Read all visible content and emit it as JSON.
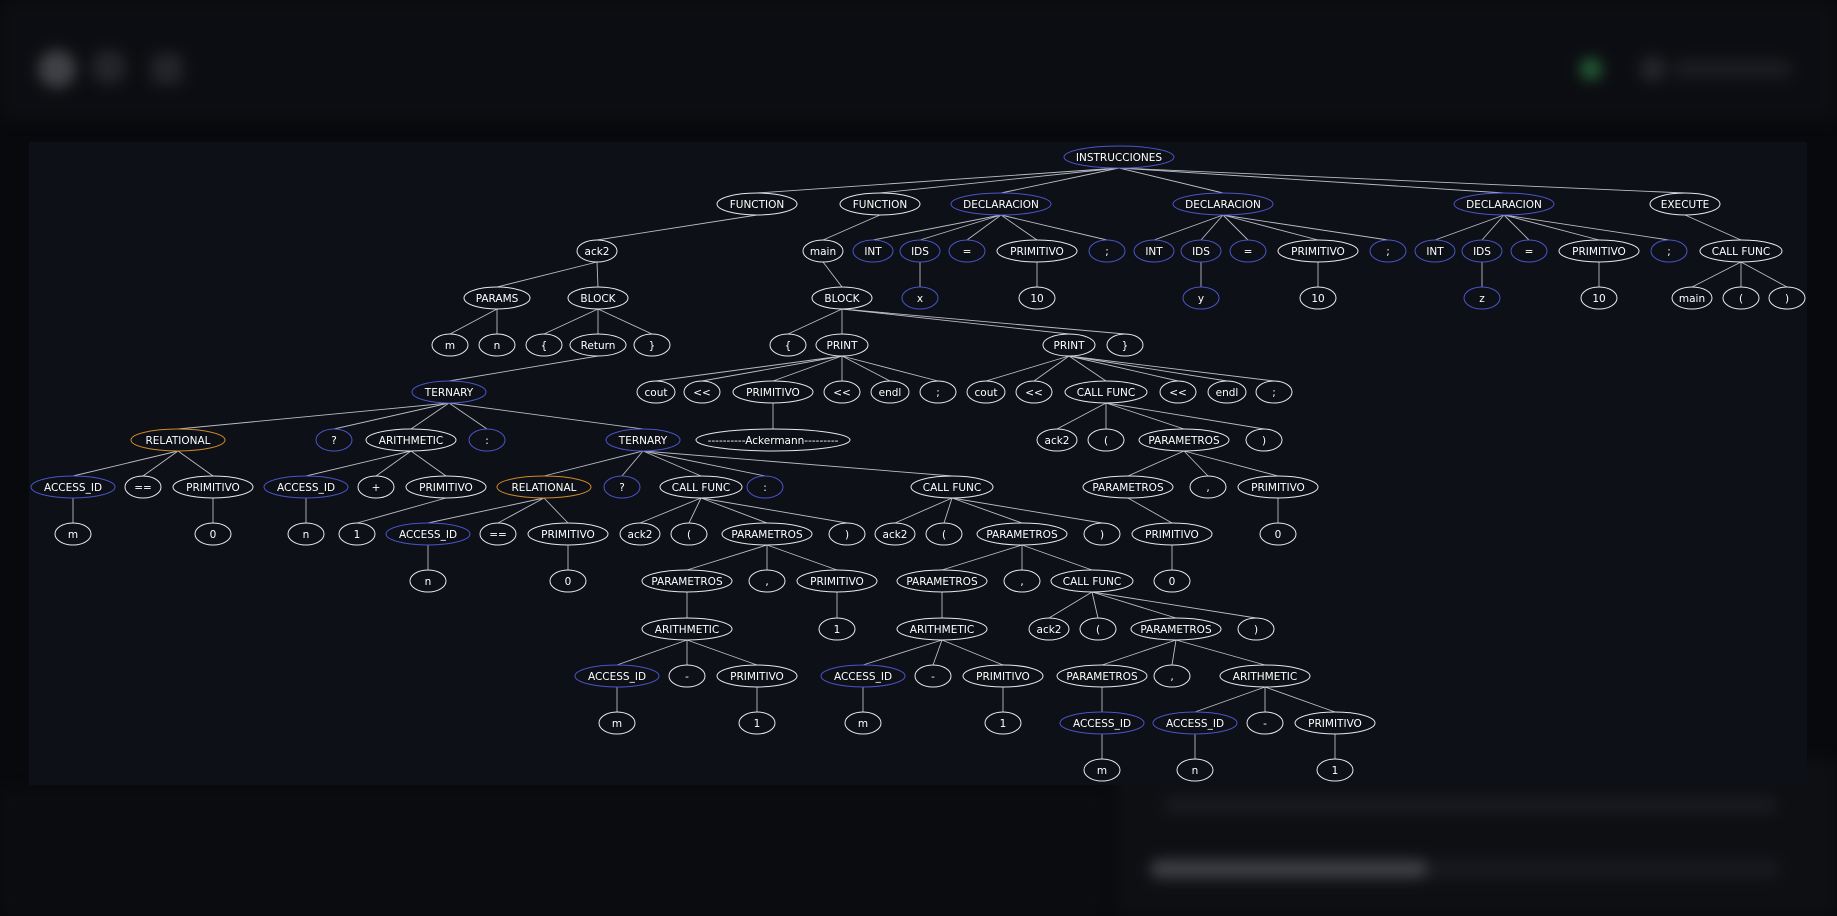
{
  "colors": {
    "page_bg": "#08090c",
    "panel_bg": "#0d1016",
    "edge": "#b9bcc4",
    "node_default": "#e8e8ec",
    "node_identifier": "#4a55c8",
    "node_relational": "#d08a2a",
    "status_dot": "#3aa35a"
  },
  "header": {
    "icons": [
      "logo-icon",
      "circle-icon",
      "menu-icon"
    ],
    "status_indicator": "online-dot-icon"
  },
  "tree": {
    "root": "INSTRUCCIONES",
    "nodes": [
      {
        "id": "root",
        "label": "INSTRUCCIONES",
        "kind": "ident"
      },
      {
        "id": "f1",
        "label": "FUNCTION",
        "kind": "default"
      },
      {
        "id": "f2",
        "label": "FUNCTION",
        "kind": "default"
      },
      {
        "id": "d1",
        "label": "DECLARACION",
        "kind": "ident"
      },
      {
        "id": "d2",
        "label": "DECLARACION",
        "kind": "ident"
      },
      {
        "id": "d3",
        "label": "DECLARACION",
        "kind": "ident"
      },
      {
        "id": "ex",
        "label": "EXECUTE",
        "kind": "default"
      },
      {
        "id": "ack2",
        "label": "ack2",
        "kind": "default"
      },
      {
        "id": "params",
        "label": "PARAMS",
        "kind": "default"
      },
      {
        "id": "block1",
        "label": "BLOCK",
        "kind": "default"
      },
      {
        "id": "pm",
        "label": "m",
        "kind": "default"
      },
      {
        "id": "pn",
        "label": "n",
        "kind": "default"
      },
      {
        "id": "b1o",
        "label": "{",
        "kind": "default"
      },
      {
        "id": "ret",
        "label": "Return",
        "kind": "default"
      },
      {
        "id": "b1c",
        "label": "}",
        "kind": "default"
      },
      {
        "id": "t1",
        "label": "TERNARY",
        "kind": "ident"
      },
      {
        "id": "rel1",
        "label": "RELATIONAL",
        "kind": "rel"
      },
      {
        "id": "q1",
        "label": "?",
        "kind": "ident"
      },
      {
        "id": "ar1",
        "label": "ARITHMETIC",
        "kind": "default"
      },
      {
        "id": "c1",
        "label": ":",
        "kind": "ident"
      },
      {
        "id": "t2",
        "label": "TERNARY",
        "kind": "ident"
      },
      {
        "id": "aid1",
        "label": "ACCESS_ID",
        "kind": "ident"
      },
      {
        "id": "eq1",
        "label": "==",
        "kind": "default"
      },
      {
        "id": "pr1",
        "label": "PRIMITIVO",
        "kind": "default"
      },
      {
        "id": "m1",
        "label": "m",
        "kind": "default"
      },
      {
        "id": "z1",
        "label": "0",
        "kind": "default"
      },
      {
        "id": "aid2",
        "label": "ACCESS_ID",
        "kind": "ident"
      },
      {
        "id": "plus",
        "label": "+",
        "kind": "default"
      },
      {
        "id": "pr2",
        "label": "PRIMITIVO",
        "kind": "default"
      },
      {
        "id": "n1",
        "label": "n",
        "kind": "default"
      },
      {
        "id": "o1",
        "label": "1",
        "kind": "default"
      },
      {
        "id": "rel2",
        "label": "RELATIONAL",
        "kind": "rel"
      },
      {
        "id": "q2",
        "label": "?",
        "kind": "ident"
      },
      {
        "id": "cf1",
        "label": "CALL FUNC",
        "kind": "default"
      },
      {
        "id": "c2",
        "label": ":",
        "kind": "ident"
      },
      {
        "id": "cf2",
        "label": "CALL FUNC",
        "kind": "default"
      },
      {
        "id": "aid3",
        "label": "ACCESS_ID",
        "kind": "ident"
      },
      {
        "id": "eq2",
        "label": "==",
        "kind": "default"
      },
      {
        "id": "pr3",
        "label": "PRIMITIVO",
        "kind": "default"
      },
      {
        "id": "n2",
        "label": "n",
        "kind": "default"
      },
      {
        "id": "z2",
        "label": "0",
        "kind": "default"
      },
      {
        "id": "cf1a",
        "label": "ack2",
        "kind": "default"
      },
      {
        "id": "cf1o",
        "label": "(",
        "kind": "default"
      },
      {
        "id": "par1",
        "label": "PARAMETROS",
        "kind": "default"
      },
      {
        "id": "cf1c",
        "label": ")",
        "kind": "default"
      },
      {
        "id": "par1a",
        "label": "PARAMETROS",
        "kind": "default"
      },
      {
        "id": "cm1",
        "label": ",",
        "kind": "default"
      },
      {
        "id": "pr4",
        "label": "PRIMITIVO",
        "kind": "default"
      },
      {
        "id": "ar2",
        "label": "ARITHMETIC",
        "kind": "default"
      },
      {
        "id": "o2",
        "label": "1",
        "kind": "default"
      },
      {
        "id": "aid4",
        "label": "ACCESS_ID",
        "kind": "ident"
      },
      {
        "id": "mi1",
        "label": "-",
        "kind": "default"
      },
      {
        "id": "pr5",
        "label": "PRIMITIVO",
        "kind": "default"
      },
      {
        "id": "m2",
        "label": "m",
        "kind": "default"
      },
      {
        "id": "o3",
        "label": "1",
        "kind": "default"
      },
      {
        "id": "cf2a",
        "label": "ack2",
        "kind": "default"
      },
      {
        "id": "cf2o",
        "label": "(",
        "kind": "default"
      },
      {
        "id": "par2",
        "label": "PARAMETROS",
        "kind": "default"
      },
      {
        "id": "cf2c",
        "label": ")",
        "kind": "default"
      },
      {
        "id": "par2a",
        "label": "PARAMETROS",
        "kind": "default"
      },
      {
        "id": "cm2",
        "label": ",",
        "kind": "default"
      },
      {
        "id": "cf3",
        "label": "CALL FUNC",
        "kind": "default"
      },
      {
        "id": "ar3",
        "label": "ARITHMETIC",
        "kind": "default"
      },
      {
        "id": "aid5",
        "label": "ACCESS_ID",
        "kind": "ident"
      },
      {
        "id": "mi2",
        "label": "-",
        "kind": "default"
      },
      {
        "id": "pr6",
        "label": "PRIMITIVO",
        "kind": "default"
      },
      {
        "id": "m3",
        "label": "m",
        "kind": "default"
      },
      {
        "id": "o4",
        "label": "1",
        "kind": "default"
      },
      {
        "id": "cf3a",
        "label": "ack2",
        "kind": "default"
      },
      {
        "id": "cf3o",
        "label": "(",
        "kind": "default"
      },
      {
        "id": "par3",
        "label": "PARAMETROS",
        "kind": "default"
      },
      {
        "id": "cf3c",
        "label": ")",
        "kind": "default"
      },
      {
        "id": "par3a",
        "label": "PARAMETROS",
        "kind": "default"
      },
      {
        "id": "cm3",
        "label": ",",
        "kind": "default"
      },
      {
        "id": "ar4",
        "label": "ARITHMETIC",
        "kind": "default"
      },
      {
        "id": "aid6",
        "label": "ACCESS_ID",
        "kind": "ident"
      },
      {
        "id": "aid7",
        "label": "ACCESS_ID",
        "kind": "ident"
      },
      {
        "id": "mi3",
        "label": "-",
        "kind": "default"
      },
      {
        "id": "pr7",
        "label": "PRIMITIVO",
        "kind": "default"
      },
      {
        "id": "m4",
        "label": "m",
        "kind": "default"
      },
      {
        "id": "n3",
        "label": "n",
        "kind": "default"
      },
      {
        "id": "o5",
        "label": "1",
        "kind": "default"
      },
      {
        "id": "main",
        "label": "main",
        "kind": "default"
      },
      {
        "id": "block2",
        "label": "BLOCK",
        "kind": "default"
      },
      {
        "id": "b2o",
        "label": "{",
        "kind": "default"
      },
      {
        "id": "prt1",
        "label": "PRINT",
        "kind": "default"
      },
      {
        "id": "prt2",
        "label": "PRINT",
        "kind": "default"
      },
      {
        "id": "b2c",
        "label": "}",
        "kind": "default"
      },
      {
        "id": "cout1",
        "label": "cout",
        "kind": "default"
      },
      {
        "id": "lt1",
        "label": "<<",
        "kind": "default"
      },
      {
        "id": "prs",
        "label": "PRIMITIVO",
        "kind": "default"
      },
      {
        "id": "lt2",
        "label": "<<",
        "kind": "default"
      },
      {
        "id": "endl1",
        "label": "endl",
        "kind": "default"
      },
      {
        "id": "sc1",
        "label": ";",
        "kind": "default"
      },
      {
        "id": "str",
        "label": "----------Ackermann---------",
        "kind": "default"
      },
      {
        "id": "cout2",
        "label": "cout",
        "kind": "default"
      },
      {
        "id": "lt3",
        "label": "<<",
        "kind": "default"
      },
      {
        "id": "cf4",
        "label": "CALL FUNC",
        "kind": "default"
      },
      {
        "id": "lt4",
        "label": "<<",
        "kind": "default"
      },
      {
        "id": "endl2",
        "label": "endl",
        "kind": "default"
      },
      {
        "id": "sc2",
        "label": ";",
        "kind": "default"
      },
      {
        "id": "cf4a",
        "label": "ack2",
        "kind": "default"
      },
      {
        "id": "cf4o",
        "label": "(",
        "kind": "default"
      },
      {
        "id": "par4",
        "label": "PARAMETROS",
        "kind": "default"
      },
      {
        "id": "cf4c",
        "label": ")",
        "kind": "default"
      },
      {
        "id": "par4a",
        "label": "PARAMETROS",
        "kind": "default"
      },
      {
        "id": "cm4",
        "label": ",",
        "kind": "default"
      },
      {
        "id": "pr8",
        "label": "PRIMITIVO",
        "kind": "default"
      },
      {
        "id": "pr9",
        "label": "PRIMITIVO",
        "kind": "default"
      },
      {
        "id": "z3",
        "label": "0",
        "kind": "default"
      },
      {
        "id": "z4",
        "label": "0",
        "kind": "default"
      },
      {
        "id": "int1",
        "label": "INT",
        "kind": "ident"
      },
      {
        "id": "ids1",
        "label": "IDS",
        "kind": "ident"
      },
      {
        "id": "as1",
        "label": "=",
        "kind": "ident"
      },
      {
        "id": "pr10",
        "label": "PRIMITIVO",
        "kind": "default"
      },
      {
        "id": "sd1",
        "label": ";",
        "kind": "ident"
      },
      {
        "id": "vx",
        "label": "x",
        "kind": "ident"
      },
      {
        "id": "ten1",
        "label": "10",
        "kind": "default"
      },
      {
        "id": "int2",
        "label": "INT",
        "kind": "ident"
      },
      {
        "id": "ids2",
        "label": "IDS",
        "kind": "ident"
      },
      {
        "id": "as2",
        "label": "=",
        "kind": "ident"
      },
      {
        "id": "pr11",
        "label": "PRIMITIVO",
        "kind": "default"
      },
      {
        "id": "sd2",
        "label": ";",
        "kind": "ident"
      },
      {
        "id": "vy",
        "label": "y",
        "kind": "ident"
      },
      {
        "id": "ten2",
        "label": "10",
        "kind": "default"
      },
      {
        "id": "int3",
        "label": "INT",
        "kind": "ident"
      },
      {
        "id": "ids3",
        "label": "IDS",
        "kind": "ident"
      },
      {
        "id": "as3",
        "label": "=",
        "kind": "ident"
      },
      {
        "id": "pr12",
        "label": "PRIMITIVO",
        "kind": "default"
      },
      {
        "id": "sd3",
        "label": ";",
        "kind": "ident"
      },
      {
        "id": "vz",
        "label": "z",
        "kind": "ident"
      },
      {
        "id": "ten3",
        "label": "10",
        "kind": "default"
      },
      {
        "id": "cf5",
        "label": "CALL FUNC",
        "kind": "default"
      },
      {
        "id": "cf5a",
        "label": "main",
        "kind": "default"
      },
      {
        "id": "cf5o",
        "label": "(",
        "kind": "default"
      },
      {
        "id": "cf5c",
        "label": ")",
        "kind": "default"
      }
    ],
    "edges": [
      [
        "root",
        "f1"
      ],
      [
        "root",
        "f2"
      ],
      [
        "root",
        "d1"
      ],
      [
        "root",
        "d2"
      ],
      [
        "root",
        "d3"
      ],
      [
        "root",
        "ex"
      ],
      [
        "f1",
        "ack2"
      ],
      [
        "ack2",
        "params"
      ],
      [
        "ack2",
        "block1"
      ],
      [
        "params",
        "pm"
      ],
      [
        "params",
        "pn"
      ],
      [
        "block1",
        "b1o"
      ],
      [
        "block1",
        "ret"
      ],
      [
        "block1",
        "b1c"
      ],
      [
        "ret",
        "t1"
      ],
      [
        "t1",
        "rel1"
      ],
      [
        "t1",
        "q1"
      ],
      [
        "t1",
        "ar1"
      ],
      [
        "t1",
        "c1"
      ],
      [
        "t1",
        "t2"
      ],
      [
        "rel1",
        "aid1"
      ],
      [
        "rel1",
        "eq1"
      ],
      [
        "rel1",
        "pr1"
      ],
      [
        "aid1",
        "m1"
      ],
      [
        "pr1",
        "z1"
      ],
      [
        "ar1",
        "aid2"
      ],
      [
        "ar1",
        "plus"
      ],
      [
        "ar1",
        "pr2"
      ],
      [
        "aid2",
        "n1"
      ],
      [
        "pr2",
        "o1"
      ],
      [
        "t2",
        "rel2"
      ],
      [
        "t2",
        "q2"
      ],
      [
        "t2",
        "cf1"
      ],
      [
        "t2",
        "c2"
      ],
      [
        "t2",
        "cf2"
      ],
      [
        "rel2",
        "aid3"
      ],
      [
        "rel2",
        "eq2"
      ],
      [
        "rel2",
        "pr3"
      ],
      [
        "aid3",
        "n2"
      ],
      [
        "pr3",
        "z2"
      ],
      [
        "cf1",
        "cf1a"
      ],
      [
        "cf1",
        "cf1o"
      ],
      [
        "cf1",
        "par1"
      ],
      [
        "cf1",
        "cf1c"
      ],
      [
        "par1",
        "par1a"
      ],
      [
        "par1",
        "cm1"
      ],
      [
        "par1",
        "pr4"
      ],
      [
        "par1a",
        "ar2"
      ],
      [
        "pr4",
        "o2"
      ],
      [
        "ar2",
        "aid4"
      ],
      [
        "ar2",
        "mi1"
      ],
      [
        "ar2",
        "pr5"
      ],
      [
        "aid4",
        "m2"
      ],
      [
        "pr5",
        "o3"
      ],
      [
        "cf2",
        "cf2a"
      ],
      [
        "cf2",
        "cf2o"
      ],
      [
        "cf2",
        "par2"
      ],
      [
        "cf2",
        "cf2c"
      ],
      [
        "par2",
        "par2a"
      ],
      [
        "par2",
        "cm2"
      ],
      [
        "par2",
        "cf3"
      ],
      [
        "par2a",
        "ar3"
      ],
      [
        "ar3",
        "aid5"
      ],
      [
        "ar3",
        "mi2"
      ],
      [
        "ar3",
        "pr6"
      ],
      [
        "aid5",
        "m3"
      ],
      [
        "pr6",
        "o4"
      ],
      [
        "cf3",
        "cf3a"
      ],
      [
        "cf3",
        "cf3o"
      ],
      [
        "cf3",
        "par3"
      ],
      [
        "cf3",
        "cf3c"
      ],
      [
        "par3",
        "par3a"
      ],
      [
        "par3",
        "cm3"
      ],
      [
        "par3",
        "ar4"
      ],
      [
        "par3a",
        "aid6"
      ],
      [
        "aid6",
        "m4"
      ],
      [
        "ar4",
        "aid7"
      ],
      [
        "ar4",
        "mi3"
      ],
      [
        "ar4",
        "pr7"
      ],
      [
        "aid7",
        "n3"
      ],
      [
        "pr7",
        "o5"
      ],
      [
        "f2",
        "main"
      ],
      [
        "main",
        "block2"
      ],
      [
        "block2",
        "b2o"
      ],
      [
        "block2",
        "prt1"
      ],
      [
        "block2",
        "prt2"
      ],
      [
        "block2",
        "b2c"
      ],
      [
        "prt1",
        "cout1"
      ],
      [
        "prt1",
        "lt1"
      ],
      [
        "prt1",
        "prs"
      ],
      [
        "prt1",
        "lt2"
      ],
      [
        "prt1",
        "endl1"
      ],
      [
        "prt1",
        "sc1"
      ],
      [
        "prs",
        "str"
      ],
      [
        "prt2",
        "cout2"
      ],
      [
        "prt2",
        "lt3"
      ],
      [
        "prt2",
        "cf4"
      ],
      [
        "prt2",
        "lt4"
      ],
      [
        "prt2",
        "endl2"
      ],
      [
        "prt2",
        "sc2"
      ],
      [
        "cf4",
        "cf4a"
      ],
      [
        "cf4",
        "cf4o"
      ],
      [
        "cf4",
        "par4"
      ],
      [
        "cf4",
        "cf4c"
      ],
      [
        "par4",
        "par4a"
      ],
      [
        "par4",
        "cm4"
      ],
      [
        "par4",
        "pr9"
      ],
      [
        "par4a",
        "pr8"
      ],
      [
        "pr8",
        "z3"
      ],
      [
        "pr9",
        "z4"
      ],
      [
        "d1",
        "int1"
      ],
      [
        "d1",
        "ids1"
      ],
      [
        "d1",
        "as1"
      ],
      [
        "d1",
        "pr10"
      ],
      [
        "d1",
        "sd1"
      ],
      [
        "ids1",
        "vx"
      ],
      [
        "pr10",
        "ten1"
      ],
      [
        "d2",
        "int2"
      ],
      [
        "d2",
        "ids2"
      ],
      [
        "d2",
        "as2"
      ],
      [
        "d2",
        "pr11"
      ],
      [
        "d2",
        "sd2"
      ],
      [
        "ids2",
        "vy"
      ],
      [
        "pr11",
        "ten2"
      ],
      [
        "d3",
        "int3"
      ],
      [
        "d3",
        "ids3"
      ],
      [
        "d3",
        "as3"
      ],
      [
        "d3",
        "pr12"
      ],
      [
        "d3",
        "sd3"
      ],
      [
        "ids3",
        "vz"
      ],
      [
        "pr12",
        "ten3"
      ],
      [
        "ex",
        "cf5"
      ],
      [
        "cf5",
        "cf5a"
      ],
      [
        "cf5",
        "cf5o"
      ],
      [
        "cf5",
        "cf5c"
      ]
    ]
  }
}
